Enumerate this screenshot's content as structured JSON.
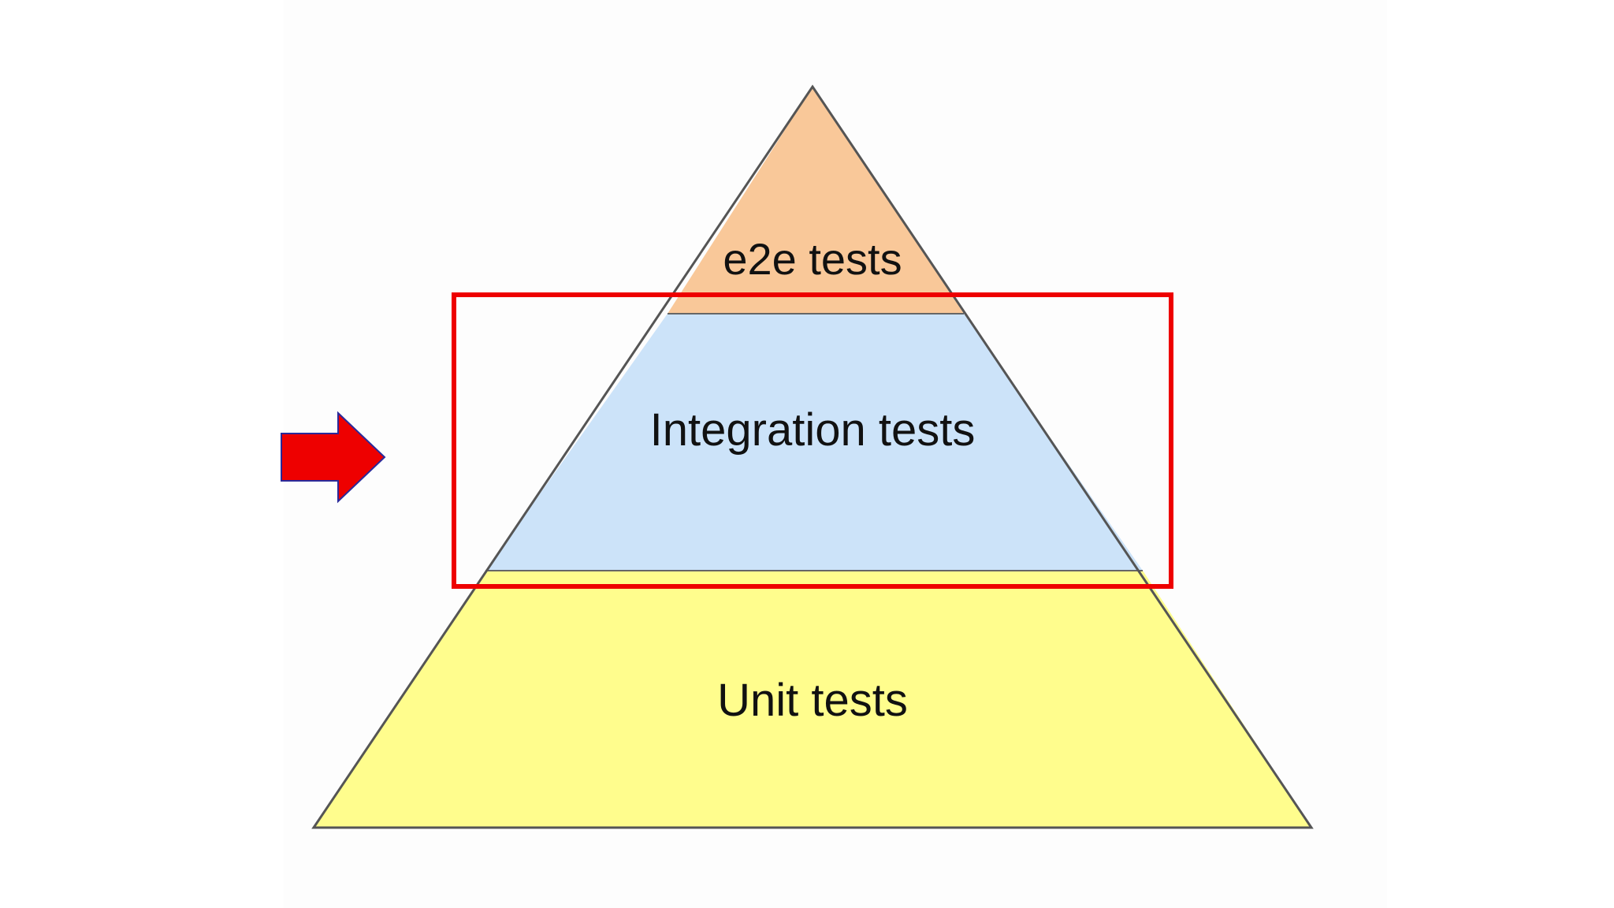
{
  "pyramid": {
    "layers": [
      {
        "id": "e2e",
        "label": "e2e tests",
        "color": "#F9C899"
      },
      {
        "id": "integration",
        "label": "Integration tests",
        "color": "#CCE3F9"
      },
      {
        "id": "unit",
        "label": "Unit tests",
        "color": "#FFFD8D"
      }
    ],
    "outline_color": "#555555"
  },
  "highlight": {
    "target_layer": "integration",
    "color": "#EE0000"
  },
  "arrow": {
    "fill_color": "#EE0000",
    "stroke_color": "#2A2A9A",
    "direction": "right"
  }
}
